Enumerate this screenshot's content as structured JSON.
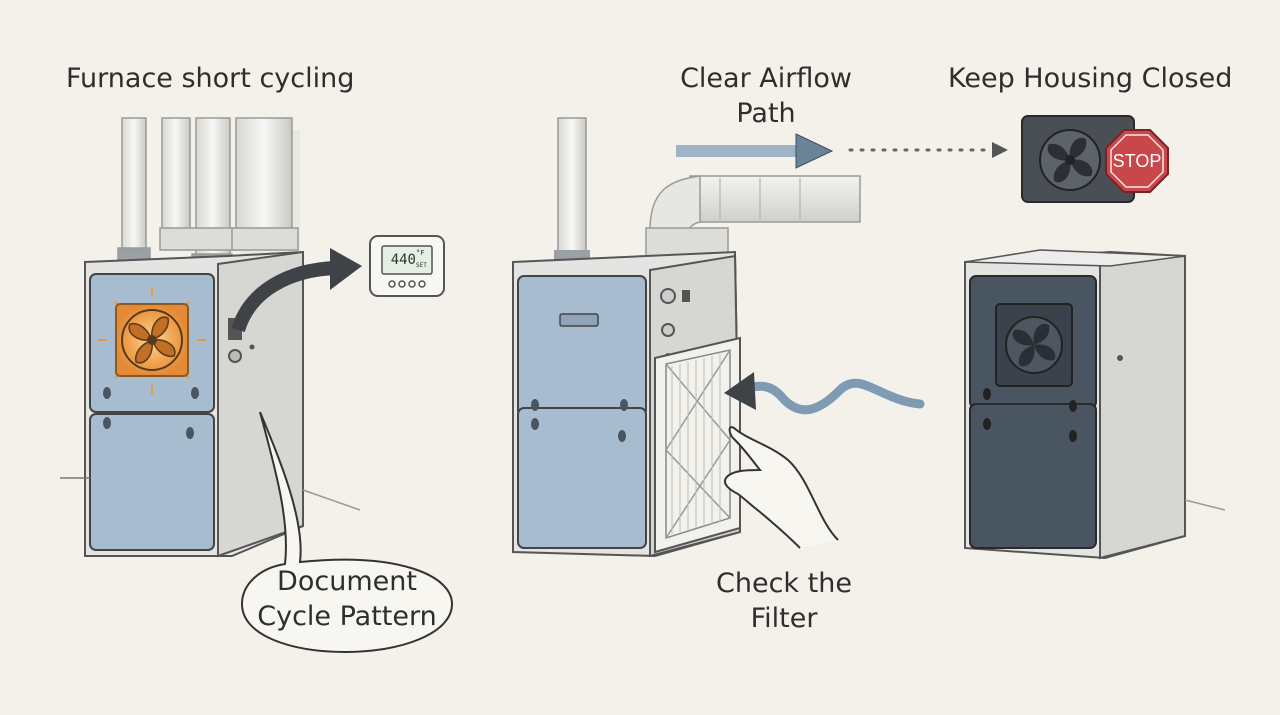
{
  "labels": {
    "furnace_short_cycling": "Furnace short cycling",
    "document_cycle_pattern": [
      "Document",
      "Cycle Pattern"
    ],
    "clear_airflow_path": [
      "Clear Airflow",
      "Path"
    ],
    "check_the_filter": [
      "Check the",
      "Filter"
    ],
    "keep_housing_closed": "Keep Housing Closed"
  },
  "thermostat": {
    "display": "440",
    "unit": "°F",
    "sub": "SET"
  },
  "stop_sign": {
    "text": "STOP"
  },
  "colors": {
    "background": "#f3f1ea",
    "furnace_panel": "#a7bccf",
    "furnace_cabinet": "#e4e4e2",
    "dark_panel": "#4a5562",
    "fan_glow": "#f0a752",
    "arrow_blue": "#7f9bb4",
    "stop_red": "#c9474a",
    "ink": "#3a3a3a"
  },
  "icons": [
    "fan-icon",
    "stop-sign-icon",
    "thermostat-icon",
    "airflow-arrow-icon",
    "hand-icon",
    "filter-icon"
  ]
}
